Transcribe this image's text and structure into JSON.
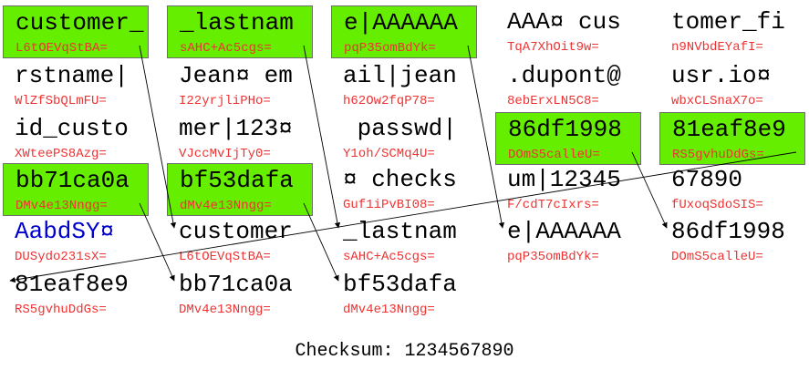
{
  "colors": {
    "highlight": "#66ee00",
    "hash_text": "#ee3333",
    "arrow": "#000000",
    "blue_text": "#0000cc"
  },
  "rows": [
    [
      {
        "text": "customer_",
        "hash": "L6tOEVqStBA=",
        "highlight": true
      },
      {
        "text": "_lastnam",
        "hash": "sAHC+Ac5cgs=",
        "highlight": true
      },
      {
        "text": "e|AAAAAA",
        "hash": "pqP35omBdYk=",
        "highlight": true
      },
      {
        "text": "AAA¤ cus",
        "hash": "TqA7XhOit9w=",
        "highlight": false
      },
      {
        "text": "tomer_fi",
        "hash": "n9NVbdEYafI=",
        "highlight": false
      }
    ],
    [
      {
        "text": "rstname|",
        "hash": "WlZfSbQLmFU=",
        "highlight": false
      },
      {
        "text": "Jean¤ em",
        "hash": "I22yrjliPHo=",
        "highlight": false
      },
      {
        "text": "ail|jean",
        "hash": "h62Ow2fqP78=",
        "highlight": false
      },
      {
        "text": ".dupont@",
        "hash": "8ebErxLN5C8=",
        "highlight": false
      },
      {
        "text": "usr.io¤",
        "hash": "wbxCLSnaX7o=",
        "highlight": false
      }
    ],
    [
      {
        "text": "id_custo",
        "hash": "XWteePS8Azg=",
        "highlight": false
      },
      {
        "text": "mer|123¤",
        "hash": "VJccMvIjTy0=",
        "highlight": false
      },
      {
        "text": " passwd|",
        "hash": "Y1oh/SCMq4U=",
        "highlight": false
      },
      {
        "text": "86df1998",
        "hash": "DOmS5calleU=",
        "highlight": true
      },
      {
        "text": "81eaf8e9",
        "hash": "RS5gvhuDdGs=",
        "highlight": true
      }
    ],
    [
      {
        "text": "bb71ca0a",
        "hash": "DMv4e13Nngg=",
        "highlight": true
      },
      {
        "text": "bf53dafa",
        "hash": "dMv4e13Nngg=",
        "highlight": true
      },
      {
        "text": "¤ checks",
        "hash": "Guf1iPvBI08=",
        "highlight": false
      },
      {
        "text": "um|12345",
        "hash": "F/cdT7cIxrs=",
        "highlight": false
      },
      {
        "text": "67890",
        "hash": "fUxoqSdoSIS=",
        "highlight": false
      }
    ],
    [
      {
        "text": "AabdSY¤",
        "hash": "DUSydo231sX=",
        "highlight": false,
        "blue": true
      },
      {
        "text": "customer",
        "hash": "L6tOEVqStBA=",
        "highlight": false
      },
      {
        "text": "_lastnam",
        "hash": "sAHC+Ac5cgs=",
        "highlight": false
      },
      {
        "text": "e|AAAAAA",
        "hash": "pqP35omBdYk=",
        "highlight": false
      },
      {
        "text": "86df1998",
        "hash": "DOmS5calleU=",
        "highlight": false
      }
    ],
    [
      {
        "text": "81eaf8e9",
        "hash": "RS5gvhuDdGs=",
        "highlight": false
      },
      {
        "text": "bb71ca0a",
        "hash": "DMv4e13Nngg=",
        "highlight": false
      },
      {
        "text": "bf53dafa",
        "hash": "dMv4e13Nngg=",
        "highlight": false
      },
      null,
      null
    ]
  ],
  "arrows": [
    {
      "from": [
        0,
        0
      ],
      "to": [
        4,
        1
      ]
    },
    {
      "from": [
        0,
        1
      ],
      "to": [
        4,
        2
      ]
    },
    {
      "from": [
        0,
        2
      ],
      "to": [
        4,
        3
      ]
    },
    {
      "from": [
        2,
        3
      ],
      "to": [
        4,
        4
      ]
    },
    {
      "from": [
        2,
        4
      ],
      "to": [
        5,
        0
      ]
    },
    {
      "from": [
        3,
        0
      ],
      "to": [
        5,
        1
      ]
    },
    {
      "from": [
        3,
        1
      ],
      "to": [
        5,
        2
      ]
    }
  ],
  "checksum": "Checksum: 1234567890"
}
